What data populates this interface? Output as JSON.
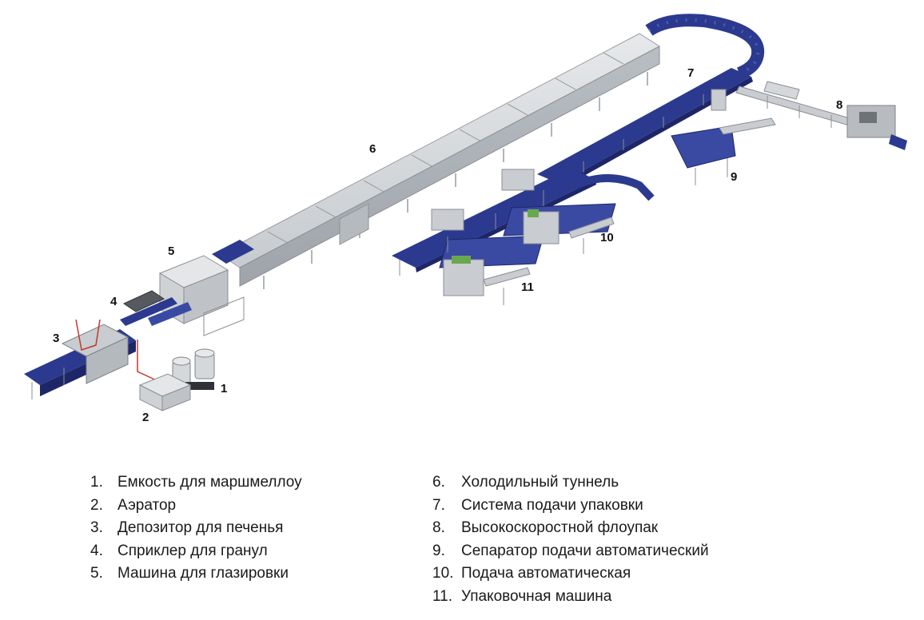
{
  "callouts": [
    {
      "id": "c1",
      "label": "1"
    },
    {
      "id": "c2",
      "label": "2"
    },
    {
      "id": "c3",
      "label": "3"
    },
    {
      "id": "c4",
      "label": "4"
    },
    {
      "id": "c5",
      "label": "5"
    },
    {
      "id": "c6",
      "label": "6"
    },
    {
      "id": "c7",
      "label": "7"
    },
    {
      "id": "c8",
      "label": "8"
    },
    {
      "id": "c9",
      "label": "9"
    },
    {
      "id": "c10",
      "label": "10"
    },
    {
      "id": "c11",
      "label": "11"
    }
  ],
  "legend": {
    "left": [
      {
        "num": "1.",
        "text": "Емкость для маршмеллоу"
      },
      {
        "num": "2.",
        "text": "Аэратор"
      },
      {
        "num": "3.",
        "text": "Депозитор для печенья"
      },
      {
        "num": "4.",
        "text": "Сприклер для гранул"
      },
      {
        "num": "5.",
        "text": "Машина для глазировки"
      }
    ],
    "right": [
      {
        "num": "6.",
        "text": "Холодильный туннель"
      },
      {
        "num": "7.",
        "text": "Система подачи упаковки"
      },
      {
        "num": "8.",
        "text": "Высокоскоростной флоупак"
      },
      {
        "num": "9.",
        "text": "Сепаратор подачи автоматический"
      },
      {
        "num": "10.",
        "text": "Подача автоматическая"
      },
      {
        "num": "11.",
        "text": "Упаковочная машина"
      }
    ]
  },
  "colors": {
    "tunnel": "#d9dcdf",
    "tunnel_edge": "#9aa0a6",
    "conveyor": "#2b3a8f",
    "conveyor_light": "#4c5cb4",
    "frame": "#8a8f95",
    "machine": "#c9ccd0",
    "red_line": "#c0392b",
    "green": "#6aa84f"
  }
}
